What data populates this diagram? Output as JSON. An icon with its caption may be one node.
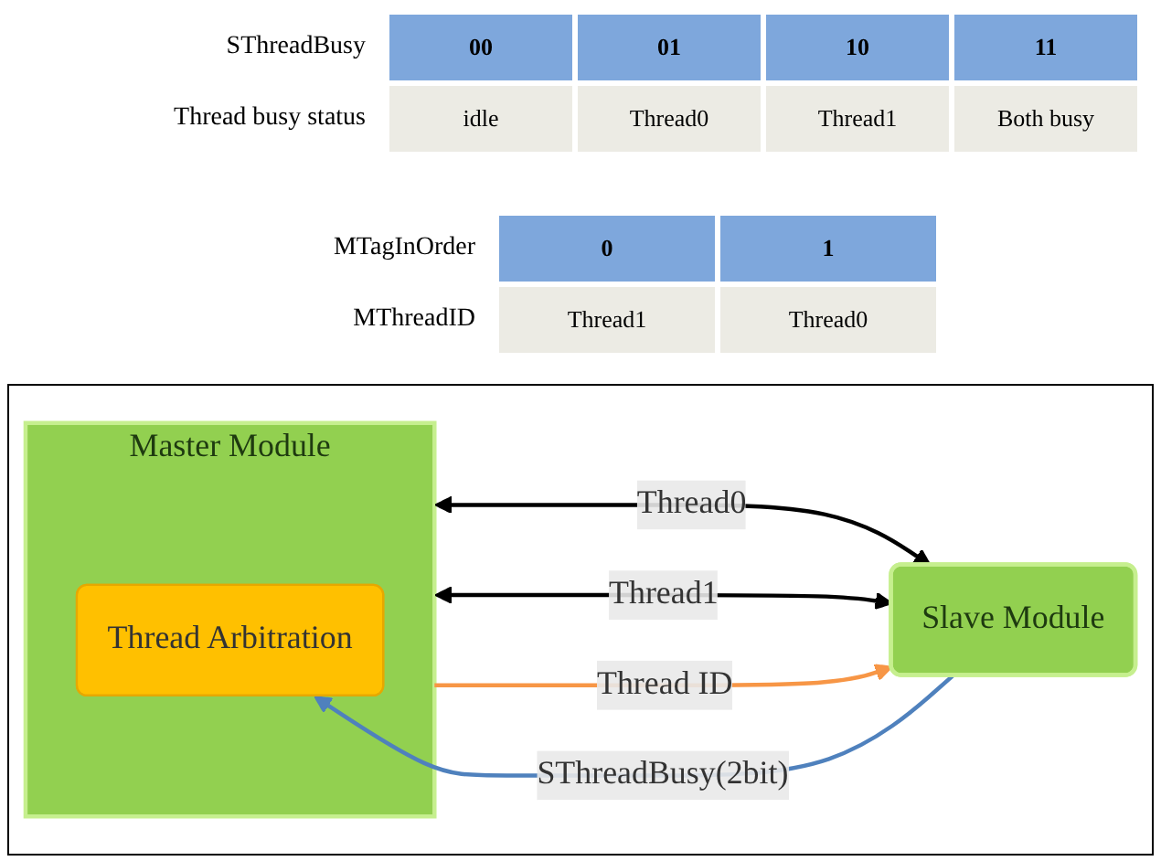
{
  "diagram": {
    "nodes": [
      {
        "text": [
          "Master Module"
        ]
      },
      {
        "text": [
          "Thread Arbitration"
        ],
        "in": 0
      },
      {
        "text": [
          "Slave Module"
        ]
      }
    ],
    "edges": [
      {
        "from": 2,
        "to": 1,
        "arrow": "to",
        "label": "SThreadBusy(2bit)",
        "color": "#4f81bd"
      },
      {
        "from": 0,
        "to": 2,
        "arrow": "both",
        "label": "Thread0"
      },
      {
        "from": 0,
        "to": 2,
        "arrow": "both",
        "label": "Thread1"
      },
      {
        "from": 0,
        "to": 2,
        "arrow": "to",
        "label": "Thread ID",
        "color": "#f79646"
      }
    ],
    "labels": [
      "SThreadBusy",
      "00",
      "01",
      "10",
      "11",
      "Thread busy status",
      "idle",
      "Thread0",
      "Thread1",
      "Both busy",
      "MTagInOrder",
      "0",
      "1",
      "MThreadID",
      "Thread1",
      "Thread0"
    ]
  }
}
